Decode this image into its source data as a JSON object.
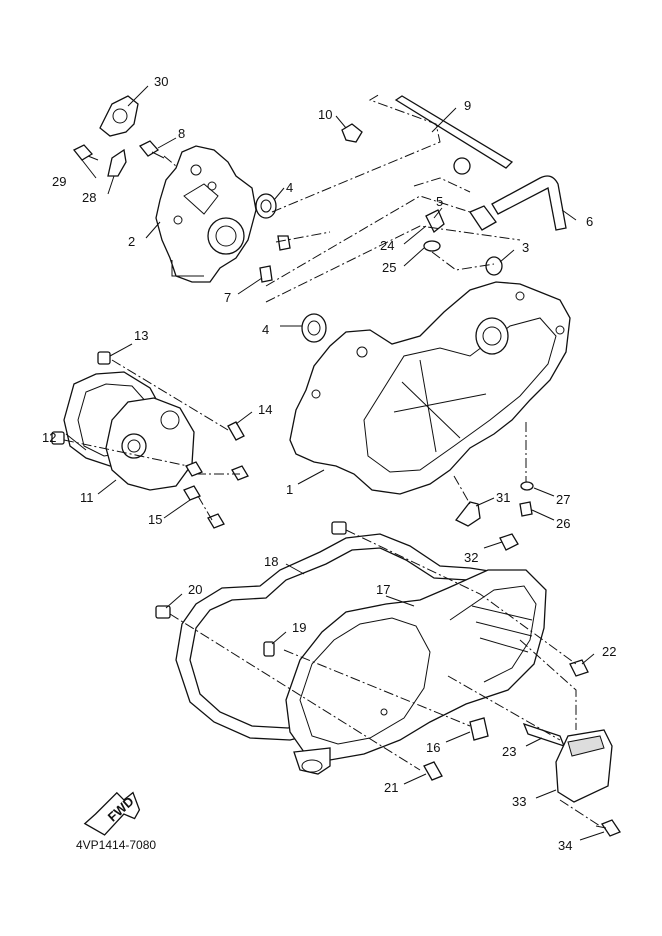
{
  "drawing_code": "4VP1414-7080",
  "fwd_mark": "FWD",
  "callouts": [
    {
      "id": "c1",
      "text": "1"
    },
    {
      "id": "c2",
      "text": "2"
    },
    {
      "id": "c3",
      "text": "3"
    },
    {
      "id": "c4a",
      "text": "4"
    },
    {
      "id": "c4b",
      "text": "4"
    },
    {
      "id": "c5",
      "text": "5"
    },
    {
      "id": "c6",
      "text": "6"
    },
    {
      "id": "c7",
      "text": "7"
    },
    {
      "id": "c8",
      "text": "8"
    },
    {
      "id": "c9",
      "text": "9"
    },
    {
      "id": "c10",
      "text": "10"
    },
    {
      "id": "c11",
      "text": "11"
    },
    {
      "id": "c12",
      "text": "12"
    },
    {
      "id": "c13",
      "text": "13"
    },
    {
      "id": "c14",
      "text": "14"
    },
    {
      "id": "c15",
      "text": "15"
    },
    {
      "id": "c16",
      "text": "16"
    },
    {
      "id": "c17",
      "text": "17"
    },
    {
      "id": "c18",
      "text": "18"
    },
    {
      "id": "c19",
      "text": "19"
    },
    {
      "id": "c20",
      "text": "20"
    },
    {
      "id": "c21",
      "text": "21"
    },
    {
      "id": "c22",
      "text": "22"
    },
    {
      "id": "c23",
      "text": "23"
    },
    {
      "id": "c24",
      "text": "24"
    },
    {
      "id": "c25",
      "text": "25"
    },
    {
      "id": "c26",
      "text": "26"
    },
    {
      "id": "c27",
      "text": "27"
    },
    {
      "id": "c28",
      "text": "28"
    },
    {
      "id": "c29",
      "text": "29"
    },
    {
      "id": "c30",
      "text": "30"
    },
    {
      "id": "c31",
      "text": "31"
    },
    {
      "id": "c32",
      "text": "32"
    },
    {
      "id": "c33",
      "text": "33"
    },
    {
      "id": "c34",
      "text": "34"
    }
  ]
}
